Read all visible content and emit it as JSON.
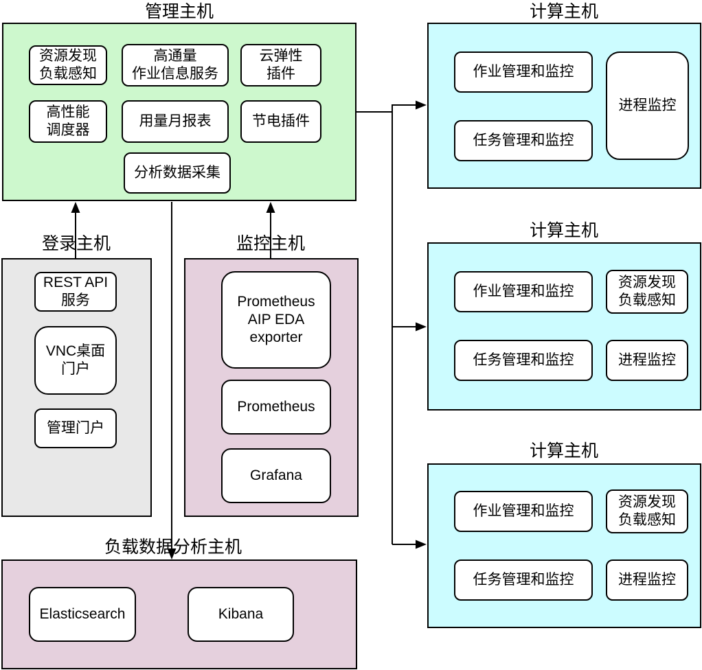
{
  "colors": {
    "mgmt": "#cdf8cd",
    "compute": "#ccfcff",
    "login": "#e8e8e8",
    "monitor": "#e5d0dd",
    "analysis": "#e5d0dd",
    "border": "#000000"
  },
  "hosts": {
    "mgmt": {
      "title": "管理主机",
      "items": {
        "b1": "资源发现\n负载感知",
        "b2": "高通量\n作业信息服务",
        "b3": "云弹性\n插件",
        "b4": "高性能\n调度器",
        "b5": "用量月报表",
        "b6": "节电插件",
        "b7": "分析数据采集"
      }
    },
    "login": {
      "title": "登录主机",
      "items": {
        "b1": "REST API\n服务",
        "b2": "VNC桌面\n门户",
        "b3": "管理门户"
      }
    },
    "monitor": {
      "title": "监控主机",
      "items": {
        "b1": "Prometheus\nAIP EDA\nexporter",
        "b2": "Prometheus",
        "b3": "Grafana"
      }
    },
    "analysis": {
      "title": "负载数据分析主机",
      "items": {
        "b1": "Elasticsearch",
        "b2": "Kibana"
      }
    },
    "compute1": {
      "title": "计算主机",
      "items": {
        "b1": "作业管理和监控",
        "b2": "任务管理和监控",
        "b3": "进程监控"
      }
    },
    "compute2": {
      "title": "计算主机",
      "items": {
        "b1": "作业管理和监控",
        "b2": "资源发现\n负载感知",
        "b3": "任务管理和监控",
        "b4": "进程监控"
      }
    },
    "compute3": {
      "title": "计算主机",
      "items": {
        "b1": "作业管理和监控",
        "b2": "资源发现\n负载感知",
        "b3": "任务管理和监控",
        "b4": "进程监控"
      }
    }
  }
}
